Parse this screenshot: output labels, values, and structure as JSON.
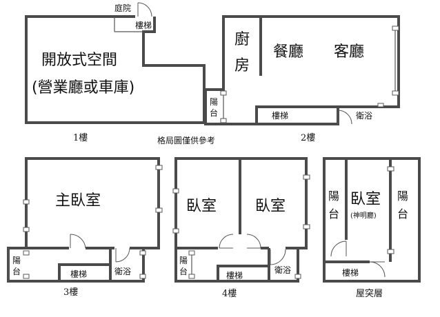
{
  "floor1": {
    "caption": "1樓",
    "room": "開放式空間",
    "room_note": "(營業廳或車庫)",
    "yard": "庭院",
    "stairs": "樓梯"
  },
  "floor2": {
    "caption": "2樓",
    "kitchen_1": "廚",
    "kitchen_2": "房",
    "dining": "餐廳",
    "living": "客廳",
    "balcony_1": "陽",
    "balcony_2": "台",
    "stairs": "樓梯",
    "bath": "衛浴"
  },
  "note": "格局圖僅供參考",
  "floor3": {
    "caption": "3樓",
    "master": "主臥室",
    "balcony_1": "陽",
    "balcony_2": "台",
    "stairs": "樓梯",
    "bath": "衛浴"
  },
  "floor4": {
    "caption": "4樓",
    "bedroom_left": "臥室",
    "bedroom_right": "臥室",
    "balcony_1": "陽",
    "balcony_2": "台",
    "stairs": "樓梯",
    "bath": "衛浴"
  },
  "roof": {
    "caption": "屋突層",
    "balcony_left_1": "陽",
    "balcony_left_2": "台",
    "bedroom": "臥室",
    "bedroom_note": "(神明廳)",
    "balcony_right_1": "陽",
    "balcony_right_2": "台",
    "stairs": "樓梯"
  }
}
